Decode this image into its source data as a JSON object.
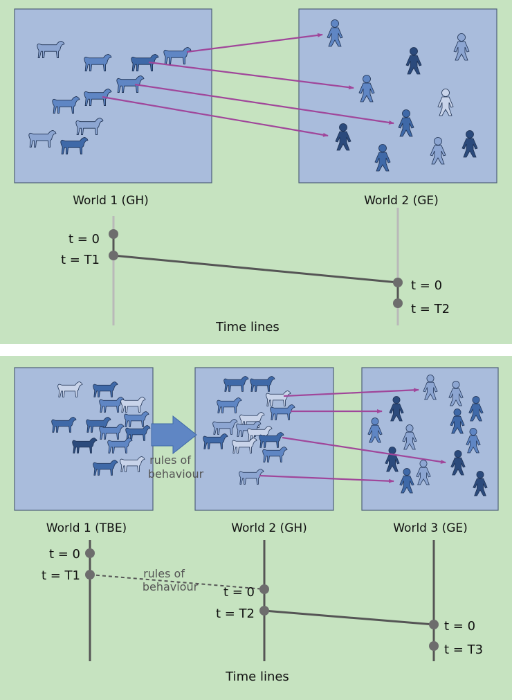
{
  "colors": {
    "panel_bg": "#c6e3c0",
    "world_fill": "#a9bcdc",
    "world_stroke": "#4e5f77",
    "link": "#a0469a",
    "timeline_dark": "#555555",
    "timeline_light": "#b9b9b9",
    "dot": "#6d6d6d",
    "arrow_fill": "#5f86c4",
    "icon_shades": [
      "#2b4a7c",
      "#3f69a8",
      "#5f86c4",
      "#8da6d2",
      "#c9d4ea"
    ]
  },
  "top": {
    "world1_label": "World 1 (GH)",
    "world2_label": "World 2 (GE)",
    "t1_start": "t = 0",
    "t1_end": "t = T1",
    "t2_start": "t = 0",
    "t2_end": "t = T2",
    "timelines_label": "Time lines"
  },
  "bottom": {
    "world1_label": "World 1 (TBE)",
    "world2_label": "World 2 (GH)",
    "world3_label": "World 3 (GE)",
    "arrow_label_1": "rules of",
    "arrow_label_2": "behaviour",
    "dash_label_1": "rules of",
    "dash_label_2": "behaviour",
    "t1_start": "t = 0",
    "t1_end": "t = T1",
    "t2_start": "t = 0",
    "t2_end": "t = T2",
    "t3_start": "t = 0",
    "t3_end": "t = T3",
    "timelines_label": "Time lines"
  }
}
